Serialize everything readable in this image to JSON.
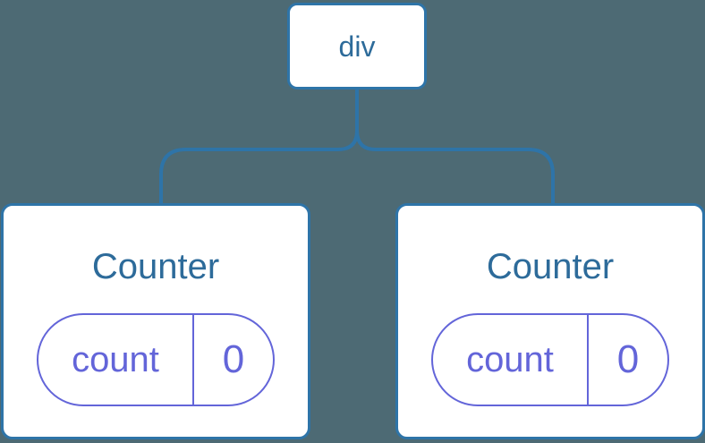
{
  "colors": {
    "background": "#4d6a74",
    "tree_line": "#2e74a8",
    "node_fill": "#ffffff",
    "node_text": "#2d6b9a",
    "state_accent": "#6365d9"
  },
  "tree": {
    "root": {
      "label": "div"
    },
    "children": [
      {
        "title": "Counter",
        "state": [
          {
            "name": "count",
            "value": "0"
          }
        ]
      },
      {
        "title": "Counter",
        "state": [
          {
            "name": "count",
            "value": "0"
          }
        ]
      }
    ]
  }
}
